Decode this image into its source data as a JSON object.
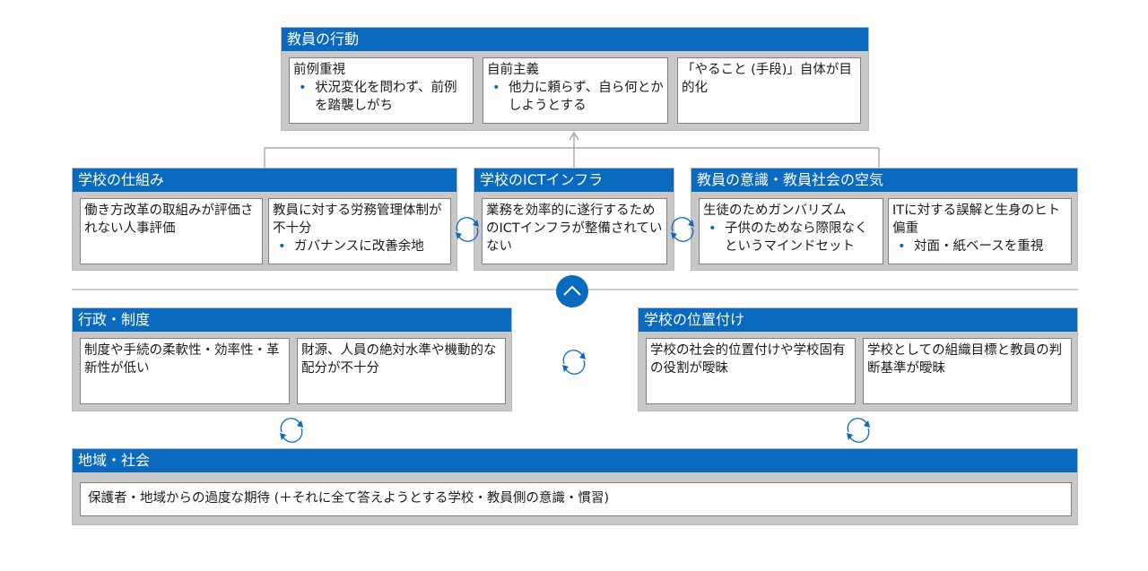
{
  "groups": {
    "teacher_action": {
      "title": "教員の行動",
      "boxes": [
        {
          "head": "前例重視",
          "bullet": "状況変化を問わず、前例を踏襲しがち"
        },
        {
          "head": "自前主義",
          "bullet": "他力に頼らず、自ら何とかしようとする"
        },
        {
          "head": "「やること (手段)」自体が目的化"
        }
      ]
    },
    "school_system": {
      "title": "学校の仕組み",
      "boxes": [
        {
          "head": "働き方改革の取組みが評価されない人事評価"
        },
        {
          "head": "教員に対する労務管理体制が不十分",
          "bullet": "ガバナンスに改善余地"
        }
      ]
    },
    "ict": {
      "title": "学校のICTインフラ",
      "boxes": [
        {
          "head": "業務を効率的に遂行するためのICTインフラが整備されていない"
        }
      ]
    },
    "awareness": {
      "title": "教員の意識・教員社会の空気",
      "boxes": [
        {
          "head": "生徒のためガンバリズム",
          "bullet": "子供のためなら際限なくというマインドセット"
        },
        {
          "head": "ITに対する誤解と生身のヒト偏重",
          "bullet": "対面・紙ベースを重視"
        }
      ]
    },
    "admin": {
      "title": "行政・制度",
      "boxes": [
        {
          "head": "制度や手続の柔軟性・効率性・革新性が低い"
        },
        {
          "head": "財源、人員の絶対水準や機動的な配分が不十分"
        }
      ]
    },
    "position": {
      "title": "学校の位置付け",
      "boxes": [
        {
          "head": "学校の社会的位置付けや学校固有の役割が曖昧"
        },
        {
          "head": "学校としての組織目標と教員の判断基準が曖昧"
        }
      ]
    },
    "community": {
      "title": "地域・社会",
      "boxes": [
        {
          "head": "保護者・地域からの過度な期待 (＋それに全て答えようとする学校・教員側の意識・慣習)"
        }
      ]
    }
  },
  "colors": {
    "header": "#0a6abf",
    "group_bg": "#c8c8c8",
    "connector": "#9a9a9a"
  },
  "icons": [
    "up-chevron-icon",
    "cycle-arrows-icon"
  ]
}
